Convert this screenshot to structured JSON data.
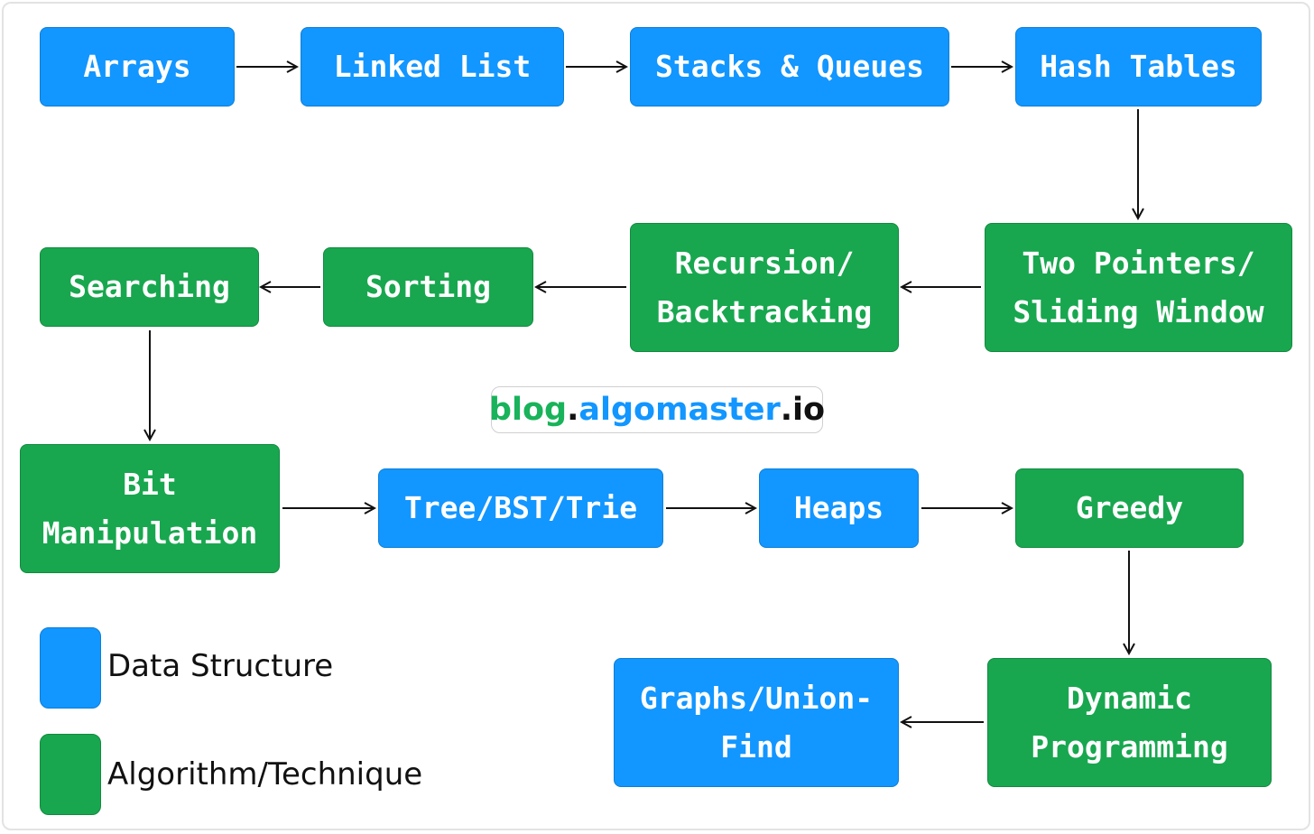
{
  "colors": {
    "data_structure": "#1296ff",
    "algorithm_technique": "#18a74f",
    "arrow": "#111111"
  },
  "nodes": {
    "arrays": "Arrays",
    "linked_list": "Linked List",
    "stacks_queues": "Stacks & Queues",
    "hash_tables": "Hash Tables",
    "two_pointers": "Two Pointers/\nSliding Window",
    "recursion": "Recursion/\nBacktracking",
    "sorting": "Sorting",
    "searching": "Searching",
    "bit_manipulation": "Bit\nManipulation",
    "tree_bst_trie": "Tree/BST/Trie",
    "heaps": "Heaps",
    "greedy": "Greedy",
    "dynamic_programming": "Dynamic\nProgramming",
    "graphs_union_find": "Graphs/Union-\nFind"
  },
  "watermark": {
    "part1": "blog",
    "dot1": ".",
    "part2": "algomaster",
    "dot2": ".",
    "part3": "io"
  },
  "legend": {
    "data_structure": "Data Structure",
    "algorithm_technique": "Algorithm/Technique"
  }
}
